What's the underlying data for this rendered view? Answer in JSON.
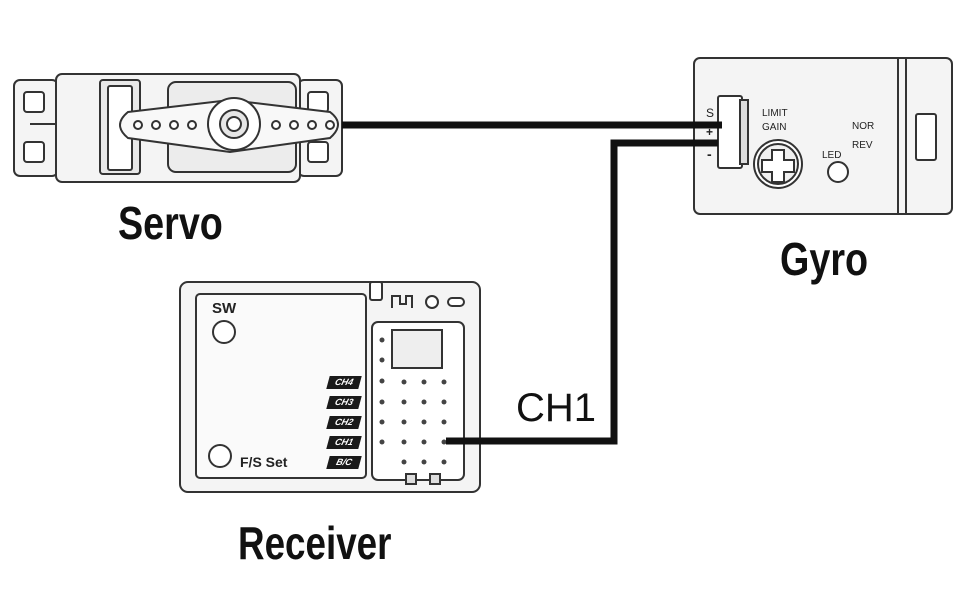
{
  "devices": {
    "servo": {
      "label": "Servo"
    },
    "gyro": {
      "label": "Gyro",
      "pin_s": "S",
      "pin_plus": "+",
      "pin_minus": "-",
      "limit": "LIMIT",
      "gain": "GAIN",
      "nor": "NOR",
      "rev": "REV",
      "led": "LED"
    },
    "receiver": {
      "label": "Receiver",
      "sw": "SW",
      "fs_set": "F/S Set",
      "channels": [
        "CH4",
        "CH3",
        "CH2",
        "CH1",
        "B/C"
      ]
    }
  },
  "connection": {
    "label": "CH1"
  },
  "colors": {
    "wire": "#111111",
    "outline": "#333333",
    "fill": "#f4f4f4"
  }
}
